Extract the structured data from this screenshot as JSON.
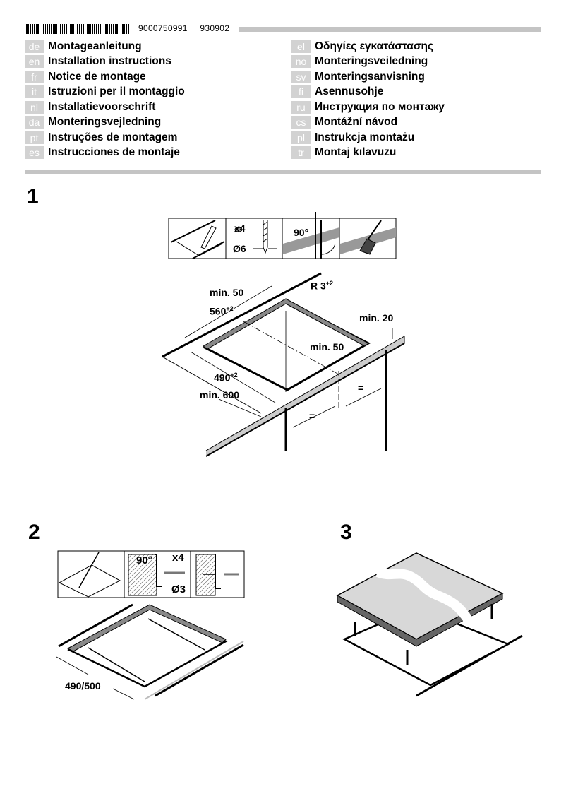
{
  "header": {
    "barcode_numbers": [
      "9000750991",
      "930902"
    ]
  },
  "languages_left": [
    {
      "code": "de",
      "title": "Montageanleitung"
    },
    {
      "code": "en",
      "title": "Installation instructions"
    },
    {
      "code": "fr",
      "title": "Notice de montage"
    },
    {
      "code": "it",
      "title": "Istruzioni per il montaggio"
    },
    {
      "code": "nl",
      "title": "Installatievoorschrift"
    },
    {
      "code": "da",
      "title": "Monteringsvejledning"
    },
    {
      "code": "pt",
      "title": "Instruções de montagem"
    },
    {
      "code": "es",
      "title": "Instrucciones de montaje"
    }
  ],
  "languages_right": [
    {
      "code": "el",
      "title": "Οδηγίες εγκατάστασης"
    },
    {
      "code": "no",
      "title": "Monteringsveiledning"
    },
    {
      "code": "sv",
      "title": "Monteringsanvisning"
    },
    {
      "code": "fi",
      "title": "Asennusohje"
    },
    {
      "code": "ru",
      "title": "Инструкция по монтажу"
    },
    {
      "code": "cs",
      "title": "Montážní návod"
    },
    {
      "code": "pl",
      "title": "Instrukcja montażu"
    },
    {
      "code": "tr",
      "title": "Montaj kılavuzu"
    }
  ],
  "steps": {
    "step1": {
      "number": "1",
      "tools": {
        "count": "x4",
        "drill_diameter": "Ø6",
        "angle": "90°"
      },
      "dims": {
        "min50_top": "min. 50",
        "radius": "R 3",
        "radius_tol": "+2",
        "width": "560",
        "width_tol": "+2",
        "min20": "min. 20",
        "min50_right": "min. 50",
        "depth": "490",
        "depth_tol": "+2",
        "min600": "min. 600",
        "equal1": "=",
        "equal2": "="
      }
    },
    "step2": {
      "number": "2",
      "tools": {
        "angle": "90°",
        "count": "x4",
        "diameter": "Ø3"
      },
      "dims": {
        "depth": "490/500"
      }
    },
    "step3": {
      "number": "3"
    }
  }
}
